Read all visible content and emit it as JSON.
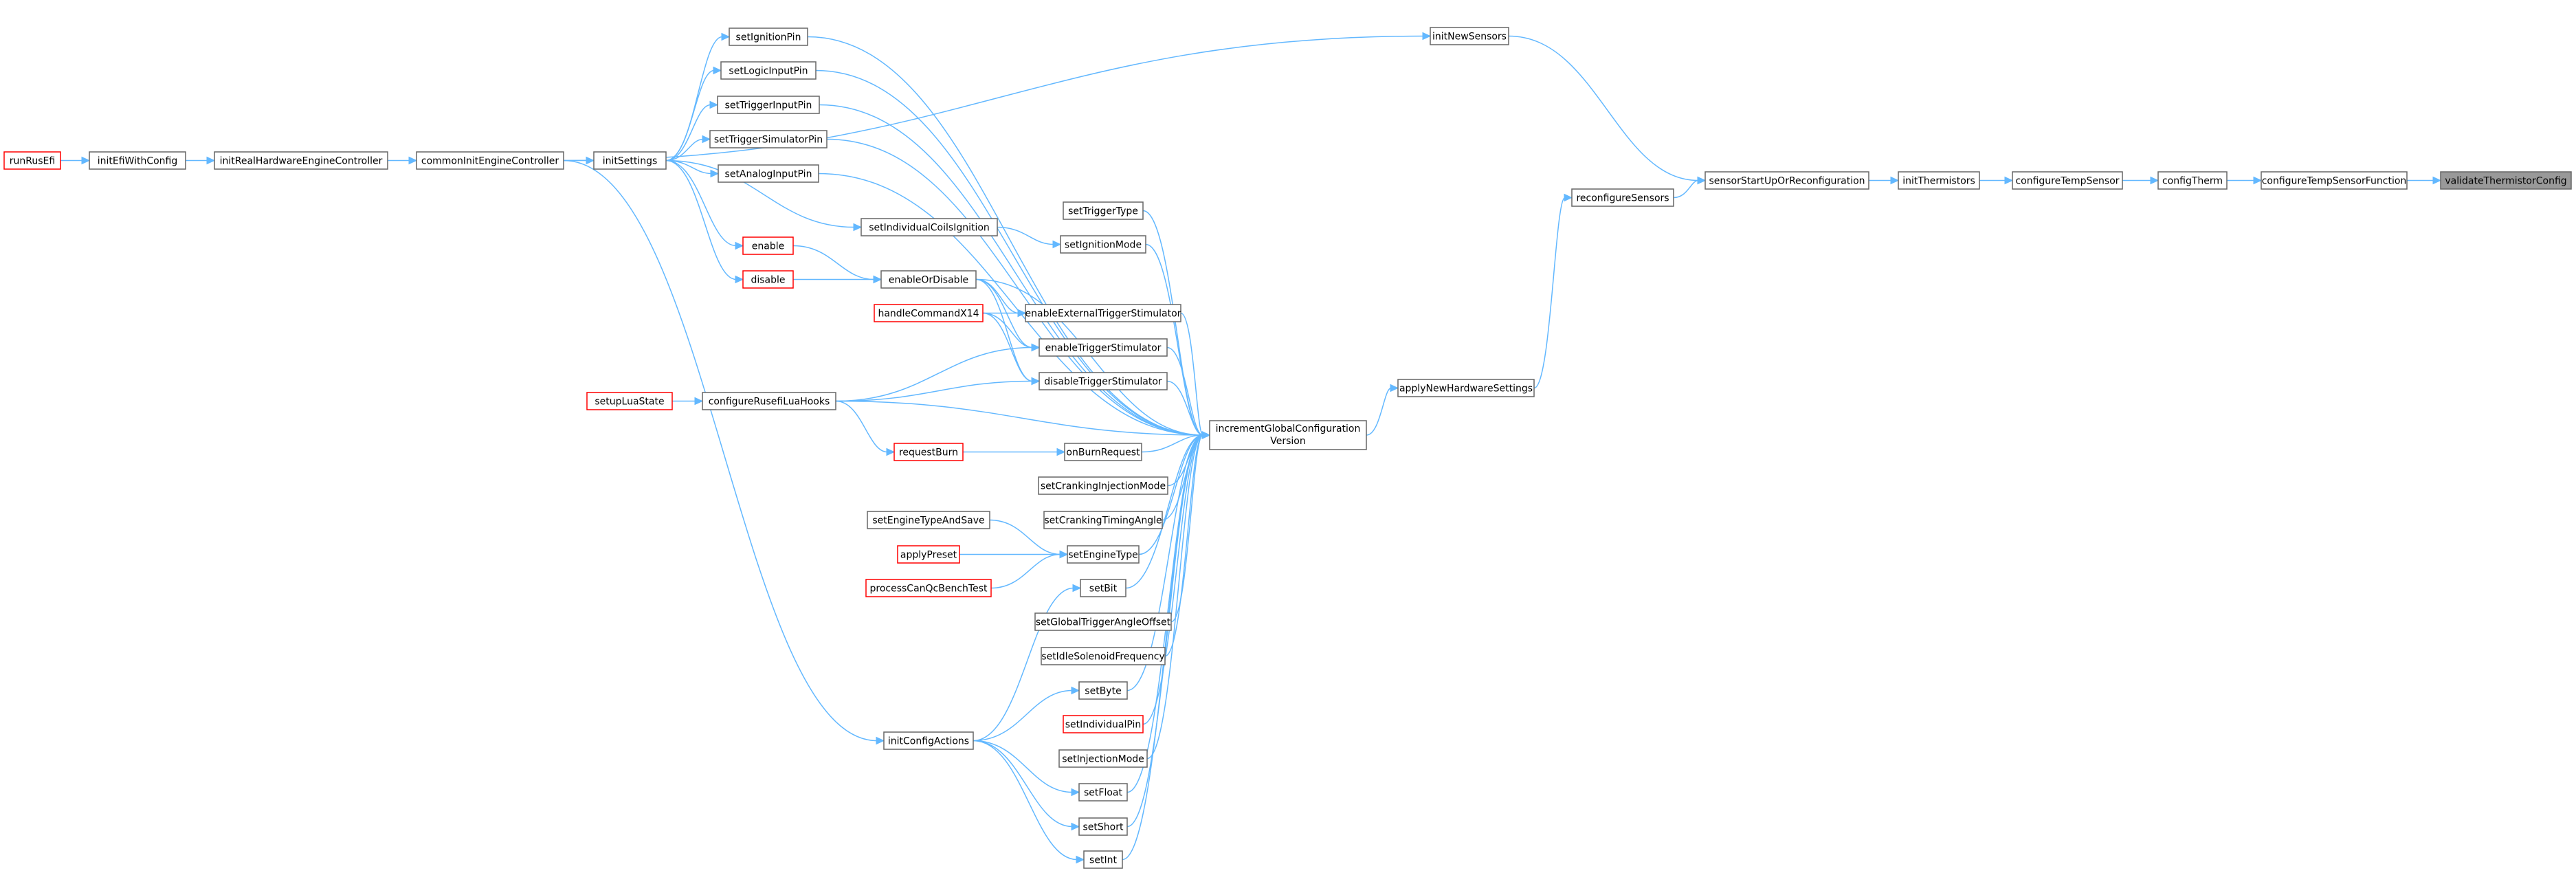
{
  "graph": {
    "nodes": [
      {
        "id": "runRusEfi",
        "label": "runRusEfi",
        "style": "red"
      },
      {
        "id": "initEfiWithConfig",
        "label": "initEfiWithConfig",
        "style": "normal"
      },
      {
        "id": "initRealHardwareEngineController",
        "label": "initRealHardwareEngineController",
        "style": "normal"
      },
      {
        "id": "commonInitEngineController",
        "label": "commonInitEngineController",
        "style": "normal"
      },
      {
        "id": "initSettings",
        "label": "initSettings",
        "style": "normal"
      },
      {
        "id": "setIgnitionPin",
        "label": "setIgnitionPin",
        "style": "normal"
      },
      {
        "id": "setLogicInputPin",
        "label": "setLogicInputPin",
        "style": "normal"
      },
      {
        "id": "setTriggerInputPin",
        "label": "setTriggerInputPin",
        "style": "normal"
      },
      {
        "id": "setTriggerSimulatorPin",
        "label": "setTriggerSimulatorPin",
        "style": "normal"
      },
      {
        "id": "setAnalogInputPin",
        "label": "setAnalogInputPin",
        "style": "normal"
      },
      {
        "id": "setIndividualCoilsIgnition",
        "label": "setIndividualCoilsIgnition",
        "style": "normal"
      },
      {
        "id": "setTriggerType",
        "label": "setTriggerType",
        "style": "normal"
      },
      {
        "id": "setIgnitionMode",
        "label": "setIgnitionMode",
        "style": "normal"
      },
      {
        "id": "enable",
        "label": "enable",
        "style": "red"
      },
      {
        "id": "disable",
        "label": "disable",
        "style": "red"
      },
      {
        "id": "enableOrDisable",
        "label": "enableOrDisable",
        "style": "normal"
      },
      {
        "id": "handleCommandX14",
        "label": "handleCommandX14",
        "style": "red"
      },
      {
        "id": "enableExternalTriggerStimulator",
        "label": "enableExternalTriggerStimulator",
        "style": "normal"
      },
      {
        "id": "enableTriggerStimulator",
        "label": "enableTriggerStimulator",
        "style": "normal"
      },
      {
        "id": "disableTriggerStimulator",
        "label": "disableTriggerStimulator",
        "style": "normal"
      },
      {
        "id": "setupLuaState",
        "label": "setupLuaState",
        "style": "red"
      },
      {
        "id": "configureRusefiLuaHooks",
        "label": "configureRusefiLuaHooks",
        "style": "normal"
      },
      {
        "id": "requestBurn",
        "label": "requestBurn",
        "style": "red"
      },
      {
        "id": "onBurnRequest",
        "label": "onBurnRequest",
        "style": "normal"
      },
      {
        "id": "setCrankingInjectionMode",
        "label": "setCrankingInjectionMode",
        "style": "normal"
      },
      {
        "id": "setCrankingTimingAngle",
        "label": "setCrankingTimingAngle",
        "style": "normal"
      },
      {
        "id": "setEngineTypeAndSave",
        "label": "setEngineTypeAndSave",
        "style": "normal"
      },
      {
        "id": "applyPreset",
        "label": "applyPreset",
        "style": "red"
      },
      {
        "id": "processCanQcBenchTest",
        "label": "processCanQcBenchTest",
        "style": "red"
      },
      {
        "id": "setEngineType",
        "label": "setEngineType",
        "style": "normal"
      },
      {
        "id": "setBit",
        "label": "setBit",
        "style": "normal"
      },
      {
        "id": "setGlobalTriggerAngleOffset",
        "label": "setGlobalTriggerAngleOffset",
        "style": "normal"
      },
      {
        "id": "setIdleSolenoidFrequency",
        "label": "setIdleSolenoidFrequency",
        "style": "normal"
      },
      {
        "id": "setByte",
        "label": "setByte",
        "style": "normal"
      },
      {
        "id": "setIndividualPin",
        "label": "setIndividualPin",
        "style": "red"
      },
      {
        "id": "setInjectionMode",
        "label": "setInjectionMode",
        "style": "normal"
      },
      {
        "id": "setFloat",
        "label": "setFloat",
        "style": "normal"
      },
      {
        "id": "setShort",
        "label": "setShort",
        "style": "normal"
      },
      {
        "id": "setInt",
        "label": "setInt",
        "style": "normal"
      },
      {
        "id": "initConfigActions",
        "label": "initConfigActions",
        "style": "normal"
      },
      {
        "id": "incrementGlobalConfigurationVersion",
        "label": "incrementGlobalConfiguration",
        "label2": "Version",
        "style": "normal"
      },
      {
        "id": "applyNewHardwareSettings",
        "label": "applyNewHardwareSettings",
        "style": "normal"
      },
      {
        "id": "reconfigureSensors",
        "label": "reconfigureSensors",
        "style": "normal"
      },
      {
        "id": "initNewSensors",
        "label": "initNewSensors",
        "style": "normal"
      },
      {
        "id": "sensorStartUpOrReconfiguration",
        "label": "sensorStartUpOrReconfiguration",
        "style": "normal"
      },
      {
        "id": "initThermistors",
        "label": "initThermistors",
        "style": "normal"
      },
      {
        "id": "configureTempSensor",
        "label": "configureTempSensor",
        "style": "normal"
      },
      {
        "id": "configTherm",
        "label": "configTherm",
        "style": "normal"
      },
      {
        "id": "configureTempSensorFunction",
        "label": "configureTempSensorFunction",
        "style": "normal"
      },
      {
        "id": "validateThermistorConfig",
        "label": "validateThermistorConfig",
        "style": "current"
      }
    ],
    "edges": [
      [
        "runRusEfi",
        "initEfiWithConfig"
      ],
      [
        "initEfiWithConfig",
        "initRealHardwareEngineController"
      ],
      [
        "initRealHardwareEngineController",
        "commonInitEngineController"
      ],
      [
        "commonInitEngineController",
        "initSettings"
      ],
      [
        "commonInitEngineController",
        "initNewSensors"
      ],
      [
        "commonInitEngineController",
        "initConfigActions"
      ],
      [
        "initSettings",
        "setIgnitionPin"
      ],
      [
        "initSettings",
        "setLogicInputPin"
      ],
      [
        "initSettings",
        "setTriggerInputPin"
      ],
      [
        "initSettings",
        "setTriggerSimulatorPin"
      ],
      [
        "initSettings",
        "setAnalogInputPin"
      ],
      [
        "initSettings",
        "setIndividualCoilsIgnition"
      ],
      [
        "initSettings",
        "enable"
      ],
      [
        "initSettings",
        "disable"
      ],
      [
        "enable",
        "enableOrDisable"
      ],
      [
        "disable",
        "enableOrDisable"
      ],
      [
        "setIndividualCoilsIgnition",
        "setIgnitionMode"
      ],
      [
        "enableOrDisable",
        "enableExternalTriggerStimulator"
      ],
      [
        "enableOrDisable",
        "enableTriggerStimulator"
      ],
      [
        "enableOrDisable",
        "disableTriggerStimulator"
      ],
      [
        "handleCommandX14",
        "enableExternalTriggerStimulator"
      ],
      [
        "handleCommandX14",
        "enableTriggerStimulator"
      ],
      [
        "handleCommandX14",
        "disableTriggerStimulator"
      ],
      [
        "setupLuaState",
        "configureRusefiLuaHooks"
      ],
      [
        "configureRusefiLuaHooks",
        "enableTriggerStimulator"
      ],
      [
        "configureRusefiLuaHooks",
        "disableTriggerStimulator"
      ],
      [
        "configureRusefiLuaHooks",
        "requestBurn"
      ],
      [
        "configureRusefiLuaHooks",
        "incrementGlobalConfigurationVersion"
      ],
      [
        "requestBurn",
        "onBurnRequest"
      ],
      [
        "setEngineTypeAndSave",
        "setEngineType"
      ],
      [
        "applyPreset",
        "setEngineType"
      ],
      [
        "processCanQcBenchTest",
        "setEngineType"
      ],
      [
        "initConfigActions",
        "setBit"
      ],
      [
        "initConfigActions",
        "setByte"
      ],
      [
        "initConfigActions",
        "setFloat"
      ],
      [
        "initConfigActions",
        "setShort"
      ],
      [
        "initConfigActions",
        "setInt"
      ],
      [
        "setIgnitionPin",
        "incrementGlobalConfigurationVersion"
      ],
      [
        "setLogicInputPin",
        "incrementGlobalConfigurationVersion"
      ],
      [
        "setTriggerInputPin",
        "incrementGlobalConfigurationVersion"
      ],
      [
        "setTriggerSimulatorPin",
        "incrementGlobalConfigurationVersion"
      ],
      [
        "setAnalogInputPin",
        "incrementGlobalConfigurationVersion"
      ],
      [
        "setTriggerType",
        "incrementGlobalConfigurationVersion"
      ],
      [
        "setIgnitionMode",
        "incrementGlobalConfigurationVersion"
      ],
      [
        "enableOrDisable",
        "incrementGlobalConfigurationVersion"
      ],
      [
        "enableExternalTriggerStimulator",
        "incrementGlobalConfigurationVersion"
      ],
      [
        "enableTriggerStimulator",
        "incrementGlobalConfigurationVersion"
      ],
      [
        "disableTriggerStimulator",
        "incrementGlobalConfigurationVersion"
      ],
      [
        "onBurnRequest",
        "incrementGlobalConfigurationVersion"
      ],
      [
        "setCrankingInjectionMode",
        "incrementGlobalConfigurationVersion"
      ],
      [
        "setCrankingTimingAngle",
        "incrementGlobalConfigurationVersion"
      ],
      [
        "setEngineType",
        "incrementGlobalConfigurationVersion"
      ],
      [
        "setBit",
        "incrementGlobalConfigurationVersion"
      ],
      [
        "setGlobalTriggerAngleOffset",
        "incrementGlobalConfigurationVersion"
      ],
      [
        "setIdleSolenoidFrequency",
        "incrementGlobalConfigurationVersion"
      ],
      [
        "setByte",
        "incrementGlobalConfigurationVersion"
      ],
      [
        "setIndividualPin",
        "incrementGlobalConfigurationVersion"
      ],
      [
        "setInjectionMode",
        "incrementGlobalConfigurationVersion"
      ],
      [
        "setFloat",
        "incrementGlobalConfigurationVersion"
      ],
      [
        "setShort",
        "incrementGlobalConfigurationVersion"
      ],
      [
        "setInt",
        "incrementGlobalConfigurationVersion"
      ],
      [
        "incrementGlobalConfigurationVersion",
        "applyNewHardwareSettings"
      ],
      [
        "applyNewHardwareSettings",
        "reconfigureSensors"
      ],
      [
        "reconfigureSensors",
        "sensorStartUpOrReconfiguration"
      ],
      [
        "initNewSensors",
        "sensorStartUpOrReconfiguration"
      ],
      [
        "sensorStartUpOrReconfiguration",
        "initThermistors"
      ],
      [
        "initThermistors",
        "configureTempSensor"
      ],
      [
        "configureTempSensor",
        "configTherm"
      ],
      [
        "configTherm",
        "configureTempSensorFunction"
      ],
      [
        "configureTempSensorFunction",
        "validateThermistorConfig"
      ]
    ]
  }
}
